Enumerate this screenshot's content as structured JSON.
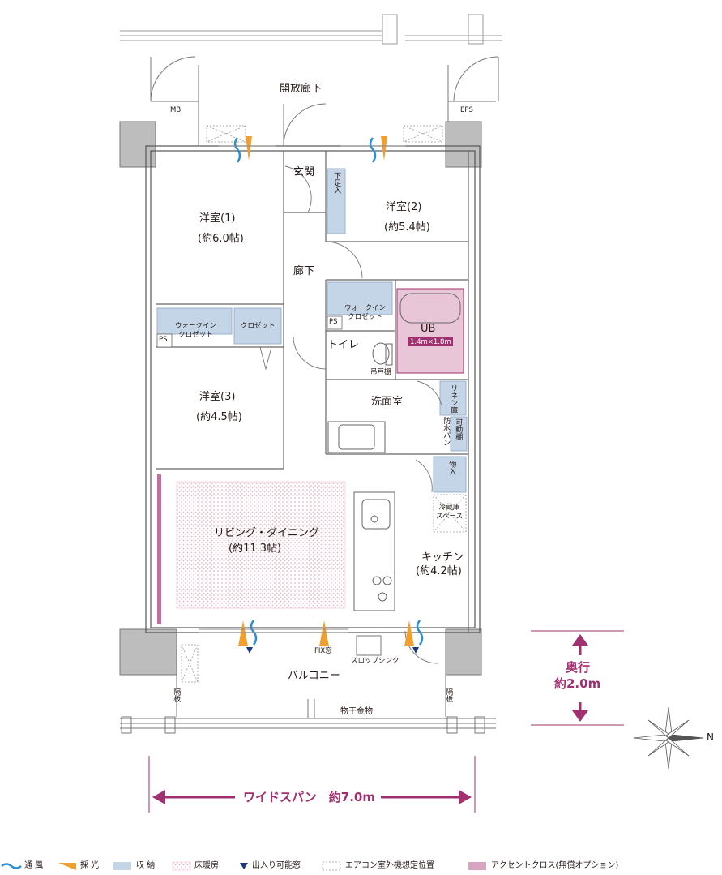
{
  "plan": {
    "corridor": "開放廊下",
    "mb": "MB",
    "eps": "EPS",
    "entrance": "玄関",
    "shoe": "下足入",
    "bed1_name": "洋室(1)",
    "bed1_size": "(約6.0帖)",
    "bed2_name": "洋室(2)",
    "bed2_size": "(約5.4帖)",
    "bed3_name": "洋室(3)",
    "bed3_size": "(約4.5帖)",
    "hallway": "廊下",
    "wic1": "ウォークイン\nクロゼット",
    "wic2": "ウォークイン\nクロゼット",
    "closet": "クロゼット",
    "ps1": "PS",
    "ps2": "PS",
    "toilet": "トイレ",
    "toilet_shelf": "吊戸棚",
    "ub": "UB",
    "ub_size": "1.4m×1.8m",
    "washroom": "洗面室",
    "linen": "リネン庫",
    "shelf": "可動棚",
    "waterpan": "防水パン",
    "storage": "物入",
    "fridge": "冷蔵庫\nスペース",
    "living_name": "リビング・ダイニング",
    "living_size": "(約11.3帖)",
    "kitchen_name": "キッチン",
    "kitchen_size": "(約4.2帖)",
    "fix": "FIX窓",
    "slop": "スロップシンク",
    "balcony": "バルコニー",
    "partition1": "隔板",
    "partition2": "隔板",
    "laundry": "物干金物",
    "depth_label": "奥行",
    "depth_value": "約2.0m",
    "span_label": "ワイドスパン　約7.0m",
    "north": "N"
  },
  "legend": {
    "ventilation": "通 風",
    "daylight": "採 光",
    "storage": "収 納",
    "floor_heat": "床暖房",
    "window": "出入り可能窓",
    "ac": "エアコン室外機想定位置",
    "accent": "アクセントクロス(無償オプション)"
  },
  "colors": {
    "storage": "#c5d5e8",
    "floor_heat": "#e9b6c4",
    "ub": "#e8c6d8",
    "accent": "#c56fa0",
    "dimension": "#a0306f",
    "ventilation": "#2a8fd0",
    "daylight": "#f0a030",
    "window": "#1a3a7a",
    "wall": "#b4b4b4"
  }
}
